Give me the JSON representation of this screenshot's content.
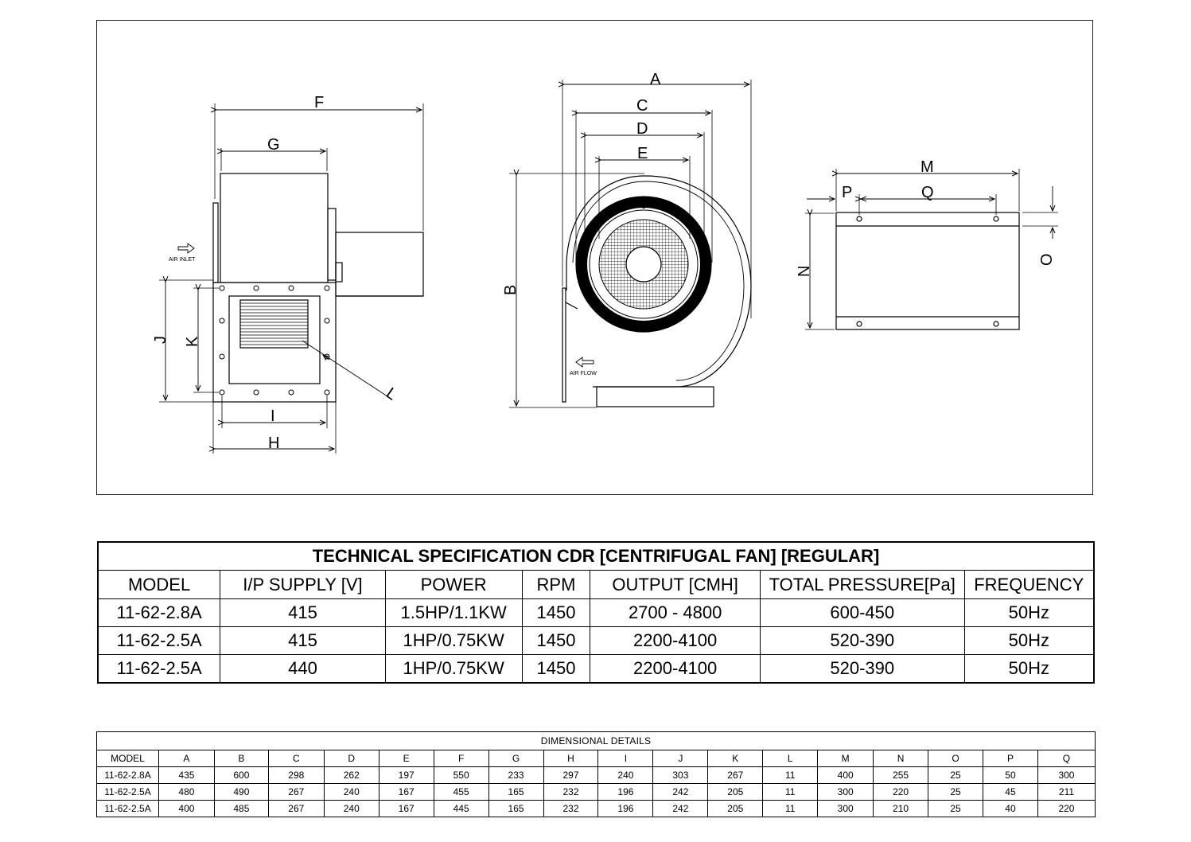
{
  "drawing": {
    "labels": {
      "A": "A",
      "B": "B",
      "C": "C",
      "D": "D",
      "E": "E",
      "F": "F",
      "G": "G",
      "H": "H",
      "I": "I",
      "J": "J",
      "K": "K",
      "L": "L",
      "M": "M",
      "N": "N",
      "O": "O",
      "P": "P",
      "Q": "Q"
    },
    "air_inlet": "AIR INLET",
    "air_flow": "AIR FLOW"
  },
  "spec_table": {
    "title": "TECHNICAL SPECIFICATION CDR [CENTRIFUGAL FAN] [REGULAR]",
    "headers": [
      "MODEL",
      "I/P SUPPLY [V]",
      "POWER",
      "RPM",
      "OUTPUT [CMH]",
      "TOTAL PRESSURE[Pa]",
      "FREQUENCY"
    ],
    "rows": [
      [
        "11-62-2.8A",
        "415",
        "1.5HP/1.1KW",
        "1450",
        "2700 - 4800",
        "600-450",
        "50Hz"
      ],
      [
        "11-62-2.5A",
        "415",
        "1HP/0.75KW",
        "1450",
        "2200-4100",
        "520-390",
        "50Hz"
      ],
      [
        "11-62-2.5A",
        "440",
        "1HP/0.75KW",
        "1450",
        "2200-4100",
        "520-390",
        "50Hz"
      ]
    ]
  },
  "dim_table": {
    "title": "DIMENSIONAL DETAILS",
    "headers": [
      "MODEL",
      "A",
      "B",
      "C",
      "D",
      "E",
      "F",
      "G",
      "H",
      "I",
      "J",
      "K",
      "L",
      "M",
      "N",
      "O",
      "P",
      "Q"
    ],
    "rows": [
      [
        "11-62-2.8A",
        "435",
        "600",
        "298",
        "262",
        "197",
        "550",
        "233",
        "297",
        "240",
        "303",
        "267",
        "11",
        "400",
        "255",
        "25",
        "50",
        "300"
      ],
      [
        "11-62-2.5A",
        "480",
        "490",
        "267",
        "240",
        "167",
        "455",
        "165",
        "232",
        "196",
        "242",
        "205",
        "11",
        "300",
        "220",
        "25",
        "45",
        "211"
      ],
      [
        "11-62-2.5A",
        "400",
        "485",
        "267",
        "240",
        "167",
        "445",
        "165",
        "232",
        "196",
        "242",
        "205",
        "11",
        "300",
        "210",
        "25",
        "40",
        "220"
      ]
    ]
  }
}
